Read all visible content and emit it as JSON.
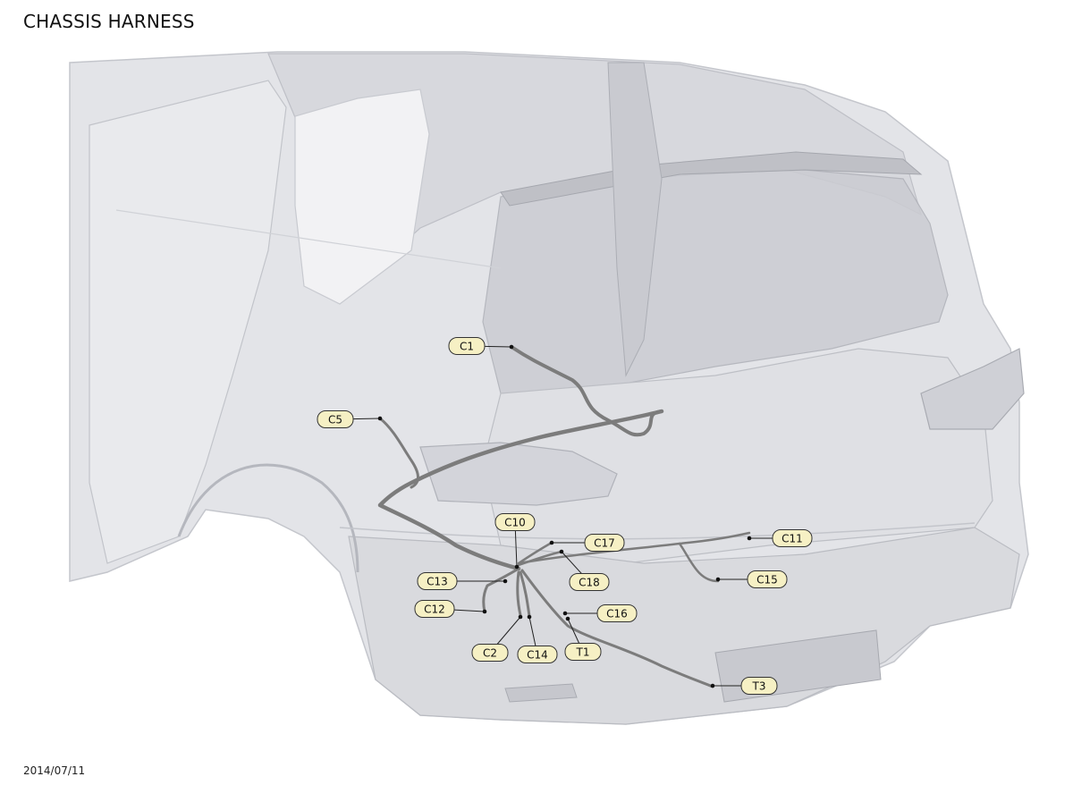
{
  "title": "CHASSIS HARNESS",
  "date": "2014/07/11",
  "colors": {
    "callout_fill": "#f6f0c4",
    "callout_stroke": "#333333",
    "harness": "#7c7c7c",
    "body_fill": "#dcdde1",
    "body_stroke": "#b8bac0"
  },
  "connectors": [
    {
      "id": "c1",
      "label": "C1"
    },
    {
      "id": "c5",
      "label": "C5"
    },
    {
      "id": "c10",
      "label": "C10"
    },
    {
      "id": "c17",
      "label": "C17"
    },
    {
      "id": "c11",
      "label": "C11"
    },
    {
      "id": "c18",
      "label": "C18"
    },
    {
      "id": "c15",
      "label": "C15"
    },
    {
      "id": "c13",
      "label": "C13"
    },
    {
      "id": "c16",
      "label": "C16"
    },
    {
      "id": "c12",
      "label": "C12"
    },
    {
      "id": "c2",
      "label": "C2"
    },
    {
      "id": "c14",
      "label": "C14"
    },
    {
      "id": "t1",
      "label": "T1"
    },
    {
      "id": "t3",
      "label": "T3"
    }
  ]
}
